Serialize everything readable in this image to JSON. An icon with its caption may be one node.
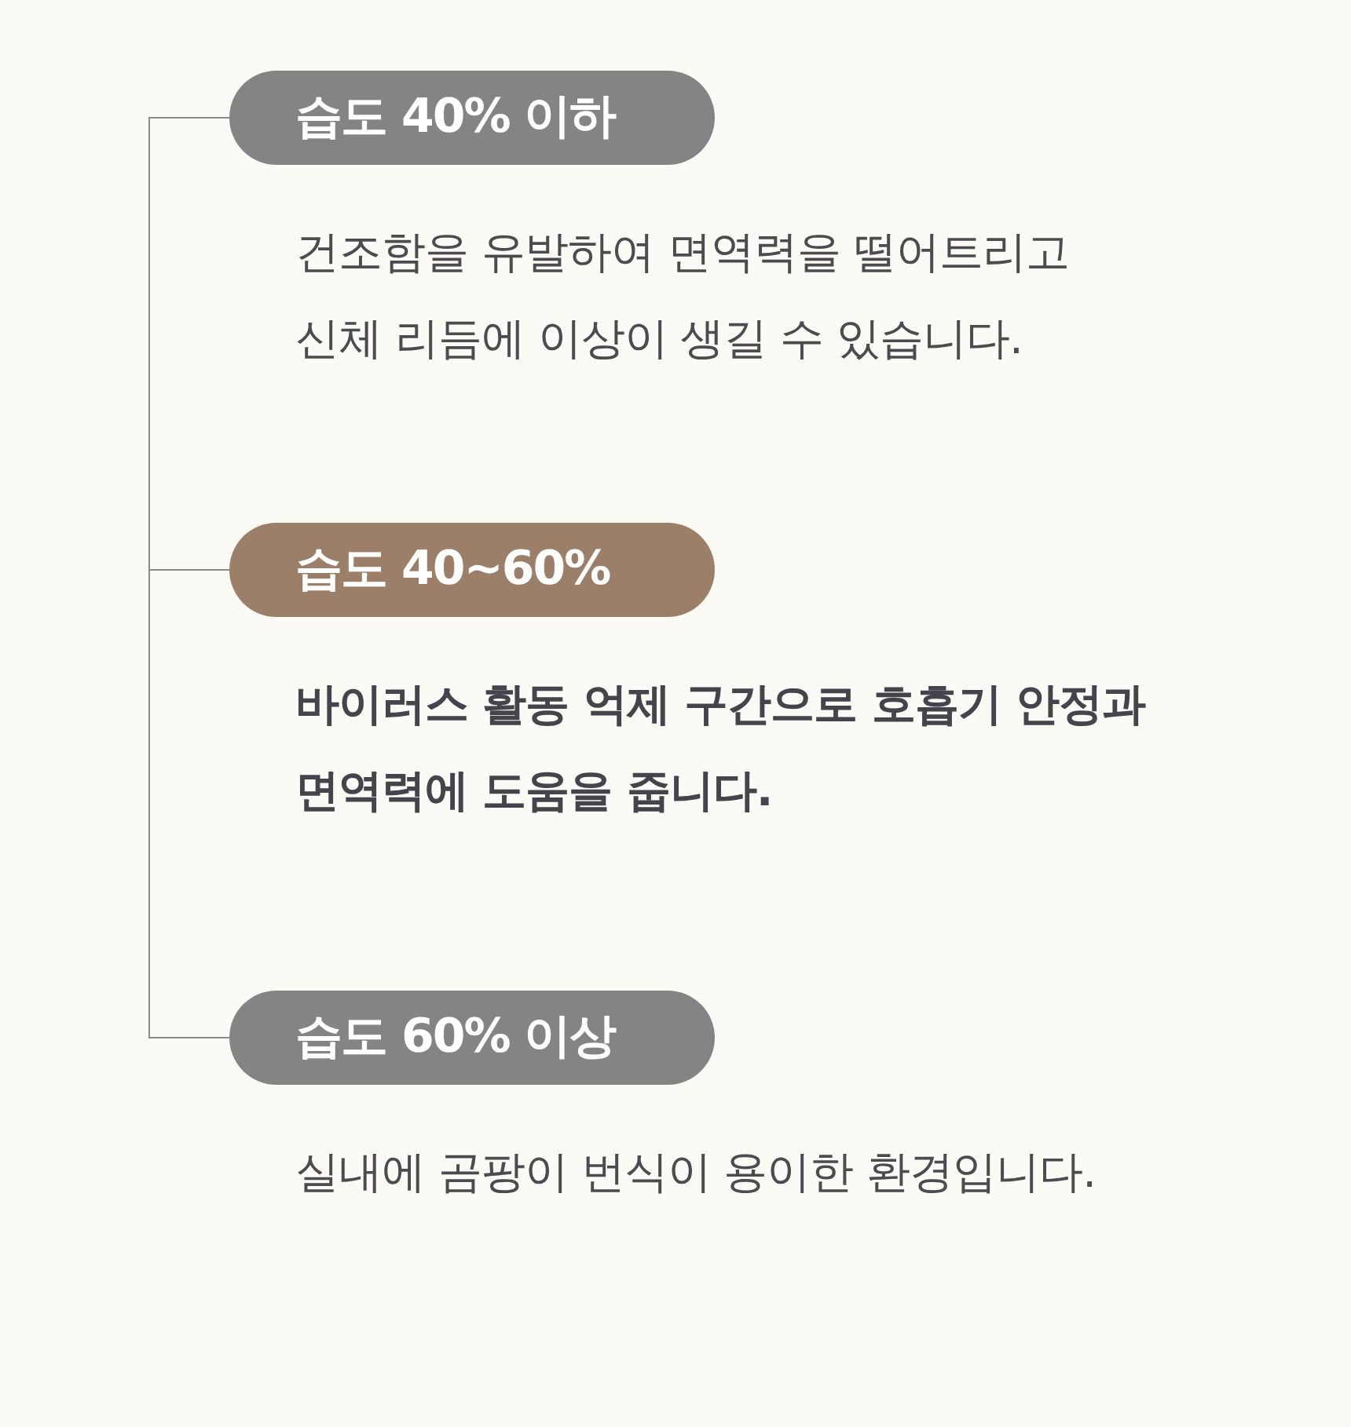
{
  "diagram": {
    "nodes": [
      {
        "text": [
          "습도 40% 이하"
        ],
        "beside": [
          "건조함을 유발하여 면역력을 떨어트리고 신체 리듬에 이상이 생길 수 있습니다."
        ]
      },
      {
        "text": [
          "습도 40~60%"
        ],
        "beside": [
          "바이러스 활동 억제 구간으로 호흡기 안정과 면역력에 도움을 줍니다."
        ]
      },
      {
        "text": [
          "습도 60% 이상"
        ],
        "beside": [
          "실내에 곰팡이 번식이 용이한 환경입니다."
        ]
      }
    ],
    "edges": [
      {
        "from": 0,
        "to": 1,
        "arrow": "none"
      },
      {
        "from": 1,
        "to": 2,
        "arrow": "none"
      }
    ]
  }
}
